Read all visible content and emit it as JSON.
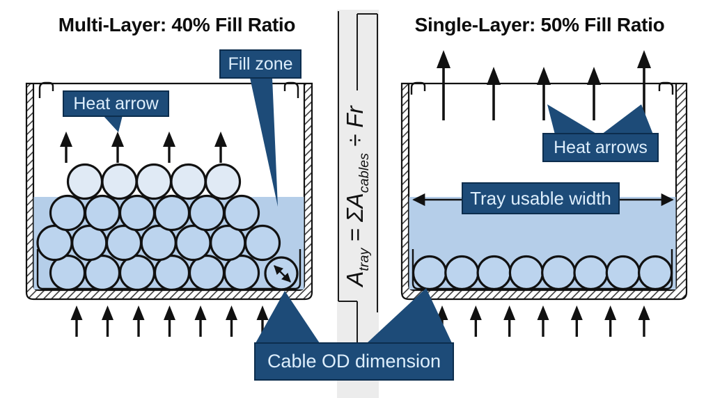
{
  "titles": {
    "left": "Multi-Layer: 40% Fill Ratio",
    "right": "Single-Layer: 50% Fill Ratio"
  },
  "labels": {
    "fill_zone": "Fill zone",
    "heat_arrow": "Heat arrow",
    "heat_arrows": "Heat arrows",
    "tray_usable_width": "Tray usable width",
    "cable_od": "Cable OD dimension"
  },
  "formula": {
    "lhs": "A",
    "lhs_sub": "tray",
    "mid": " = ΣA",
    "mid_sub": "cables",
    "rhs": " ÷ Fr"
  },
  "diagram": {
    "left_tray": {
      "layers": "multi",
      "fill_ratio": "40%",
      "cable_rows_bottom_to_top": [
        6,
        7,
        6,
        5
      ],
      "od_marked_cable": 1,
      "heat_arrows_inside": 4,
      "airflow_arrows_below": 7
    },
    "right_tray": {
      "layers": "single",
      "fill_ratio": "50%",
      "cable_rows_bottom_to_top": [
        8
      ],
      "heat_arrows_above": 5,
      "airflow_arrows_below": 7
    }
  },
  "colors": {
    "navy": "#1d4b78",
    "navy_border": "#0c2d4d",
    "label_text": "#ddeefc",
    "fill_blue": "#b5cee9",
    "cable_blue": "#bcd4ee",
    "cable_light": "#e0eaf5",
    "strip_gray": "#ececec",
    "ink": "#111111"
  }
}
